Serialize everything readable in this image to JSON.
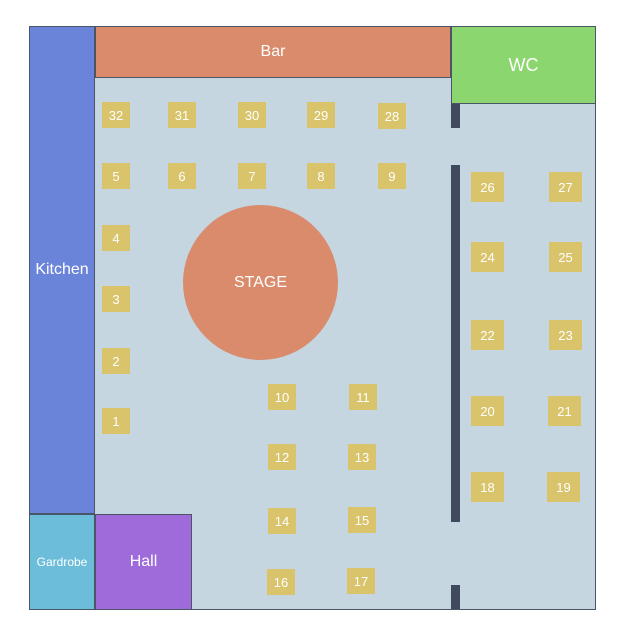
{
  "areas": {
    "kitchen": "Kitchen",
    "bar": "Bar",
    "wc": "WC",
    "gardrobe": "Gardrobe",
    "hall": "Hall",
    "stage": "STAGE"
  },
  "tables": [
    "1",
    "2",
    "3",
    "4",
    "5",
    "6",
    "7",
    "8",
    "9",
    "10",
    "11",
    "12",
    "13",
    "14",
    "15",
    "16",
    "17",
    "18",
    "19",
    "20",
    "21",
    "22",
    "23",
    "24",
    "25",
    "26",
    "27",
    "28",
    "29",
    "30",
    "31",
    "32"
  ],
  "colors": {
    "floor": "#c5d6e1",
    "kitchen": "#6a84d9",
    "bar": "#d98b6c",
    "wc": "#8bd66e",
    "gardrobe": "#6bbdd9",
    "hall": "#9f6ad9",
    "stage": "#d98b6c",
    "table": "#d9c36b",
    "wall": "#3f4a5f"
  }
}
